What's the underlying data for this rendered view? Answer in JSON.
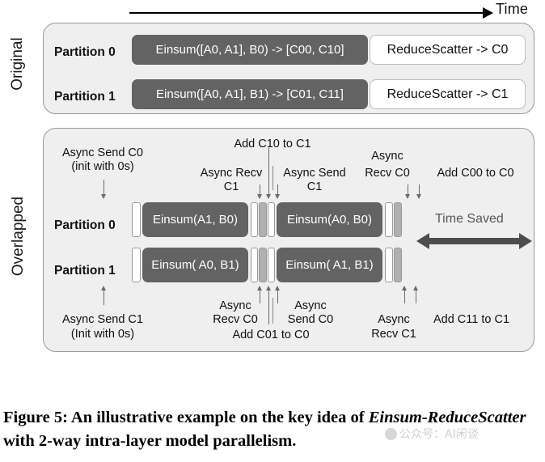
{
  "figure": {
    "time_axis_label": "Time",
    "caption_prefix": "Figure 5: An illustrative example on the key idea of ",
    "caption_em1": "Einsum-ReduceScatter",
    "caption_suffix": " with 2-way intra-layer model parallelism.",
    "watermark": "公众号：AI闲谈"
  },
  "colors": {
    "panel_bg": "#efefef",
    "panel_border": "#9a9a9a",
    "bar_dark": "#636363",
    "bar_gray": "#b0b0b0",
    "bar_white": "#ffffff",
    "arrow_gray": "#6a6a6a",
    "time_saved_arrow": "#4d4d4d"
  },
  "panels": [
    {
      "side_label": "Original",
      "rows": [
        {
          "name": "Partition 0",
          "blocks": [
            {
              "type": "dark",
              "label": "Einsum([A0, A1], B0) -> [C00, C10]"
            },
            {
              "type": "light",
              "label": "ReduceScatter -> C0"
            }
          ]
        },
        {
          "name": "Partition 1",
          "blocks": [
            {
              "type": "dark",
              "label": "Einsum([A0, A1], B1) -> [C01, C11]"
            },
            {
              "type": "light",
              "label": "ReduceScatter -> C1"
            }
          ]
        }
      ]
    },
    {
      "side_label": "Overlapped",
      "rows": [
        {
          "name": "Partition 0",
          "blocks": [
            {
              "type": "white"
            },
            {
              "type": "dark",
              "label": "Einsum(A1, B0)"
            },
            {
              "type": "white"
            },
            {
              "type": "gray"
            },
            {
              "type": "white"
            },
            {
              "type": "dark",
              "label": "Einsum(A0, B0)"
            },
            {
              "type": "white"
            },
            {
              "type": "gray"
            }
          ]
        },
        {
          "name": "Partition 1",
          "blocks": [
            {
              "type": "white"
            },
            {
              "type": "dark",
              "label": "Einsum( A0, B1)"
            },
            {
              "type": "white"
            },
            {
              "type": "gray"
            },
            {
              "type": "white"
            },
            {
              "type": "dark",
              "label": "Einsum( A1, B1)"
            },
            {
              "type": "white"
            },
            {
              "type": "gray"
            }
          ]
        }
      ],
      "time_saved_label": "Time Saved"
    }
  ],
  "annotations_top": {
    "async_send_c0_l1": "Async Send C0",
    "async_send_c0_l2": "(init with 0s)",
    "add_c10_to_c1": "Add C10 to C1",
    "async_recv_c1_l1": "Async Recv",
    "async_recv_c1_l2": "C1",
    "async_send_c1_l1": "Async Send",
    "async_send_c1_l2": "C1",
    "async_recv_c0_l1": "Async",
    "async_recv_c0_l2": "Recv C0",
    "add_c00_to_c0": "Add C00 to C0"
  },
  "annotations_bottom": {
    "async_send_c1_l1": "Async Send C1",
    "async_send_c1_l2": "(Init with 0s)",
    "async_recv_c0_l1": "Async",
    "async_recv_c0_l2": "Recv C0",
    "async_send_c0_l1": "Async",
    "async_send_c0_l2": "Send C0",
    "add_c01_to_c0": "Add C01 to C0",
    "async_recv_c1_l1": "Async",
    "async_recv_c1_l2": "Recv C1",
    "add_c11_to_c1": "Add C11 to C1"
  }
}
